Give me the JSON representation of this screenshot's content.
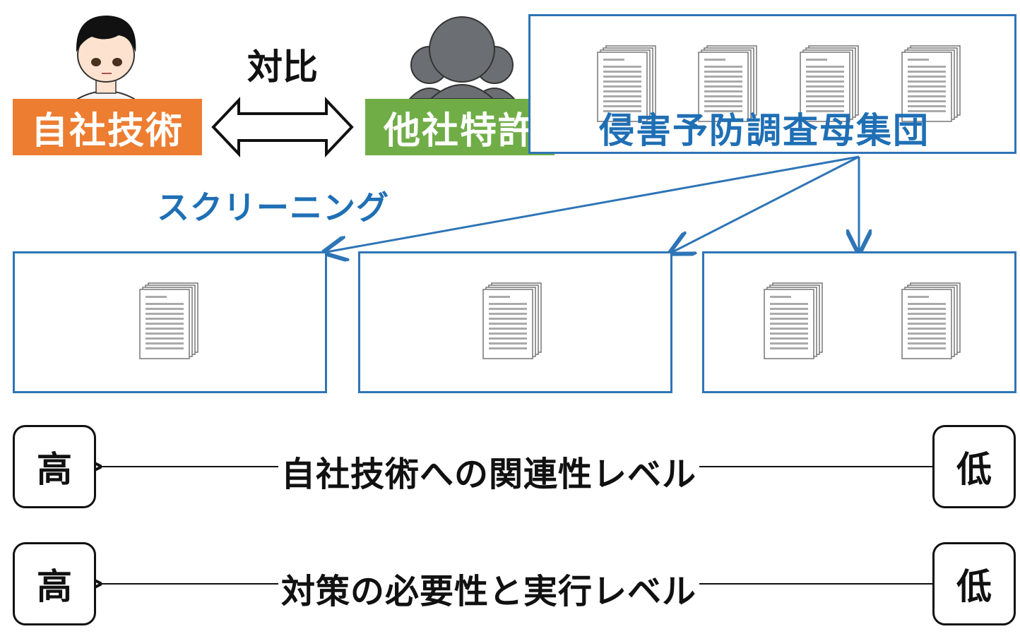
{
  "header": {
    "own_tech": "自社技術",
    "compare": "対比",
    "other_patent": "他社特許",
    "population": "侵害予防調査母集団"
  },
  "screening": "スクリーニング",
  "levels": [
    {
      "high": "高",
      "label": "自社技術への関連性レベル",
      "low": "低"
    },
    {
      "high": "高",
      "label": "対策の必要性と実行レベル",
      "low": "低"
    }
  ],
  "colors": {
    "own": "#ed7d31",
    "other": "#70ad47",
    "accent_blue": "#2e75b6"
  },
  "icons": [
    "person-icon",
    "people-silhouette-icon",
    "document-stack-icon"
  ]
}
